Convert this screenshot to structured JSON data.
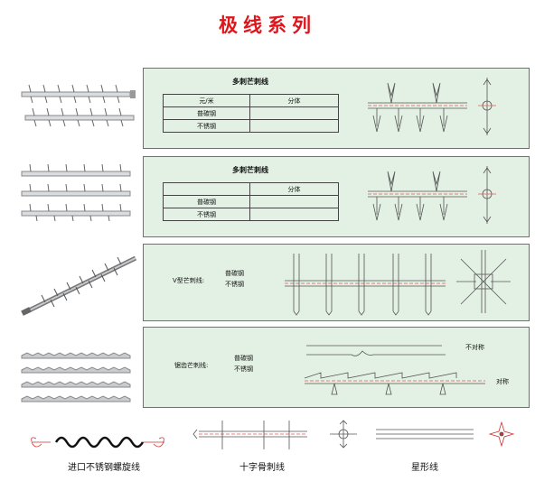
{
  "title": "极线系列",
  "panels": [
    {
      "title": "多刺芒刺线",
      "table": {
        "header": [
          "元/米",
          "分体"
        ],
        "rows": [
          [
            "普碳钢",
            ""
          ],
          [
            "不锈钢",
            ""
          ]
        ]
      }
    },
    {
      "title": "多刺芒刺线",
      "table": {
        "header": [
          "",
          "分体"
        ],
        "rows": [
          [
            "普碳钢",
            ""
          ],
          [
            "不锈钢",
            ""
          ]
        ]
      }
    },
    {
      "label": "V型芒刺线:",
      "materials": [
        "普碳钢",
        "不锈钢"
      ]
    },
    {
      "label": "锯齿芒刺线:",
      "materials": [
        "普碳钢",
        "不锈钢"
      ],
      "annotations": [
        "不对称",
        "对称"
      ]
    }
  ],
  "captions": [
    "进口不锈钢螺旋线",
    "十字骨刺线",
    "星形线"
  ]
}
